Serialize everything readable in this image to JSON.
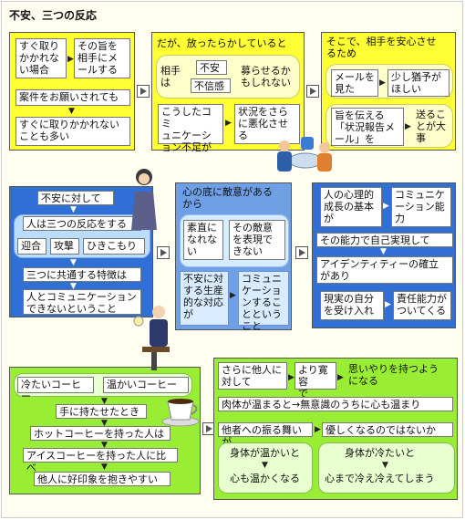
{
  "title": "不安、三つの反応",
  "panel1": {
    "a": "すぐ取り\nかかれな\nい場合",
    "b": "その旨を\n相手にメ\nールする",
    "c": "案件をお願いされても",
    "d": "すぐに取りかかれない\nことも多い"
  },
  "panel2": {
    "head": "だが、放ったらかしていると",
    "aite": "相手\nは",
    "fuan": "不安",
    "fushin": "不信感",
    "tsunora": "募らせるか\nもしれない",
    "c": "こうしたコミ\nュニケーシ\nョン不足が",
    "d": "状況をさら\nに悪化させ\nる"
  },
  "panel3": {
    "head": "そこで、相手を安心させ\nるため",
    "mail": "メールを\n見た",
    "sukoshi": "少し猶予が\nほしい",
    "mune": "旨を伝える\n「状況報告メ\nール」を",
    "okuru": "送るこ\nとが大\n事"
  },
  "panel4": {
    "a": "不安に対して",
    "b": "人は三つの反応をする",
    "r1": "迎合",
    "r2": "攻撃",
    "r3": "ひきこもり",
    "c": "三つに共通する特徴は",
    "d": "人とコミュニケーション\nできないということ"
  },
  "panel5": {
    "head": "心の底に敵意がある\nから",
    "a": "素直に\nなれな\nい",
    "b": "その敵意\nを表現で\nきない",
    "c": "不安に対\nする生産\n的な対応\nが",
    "d": "コミュニ\nケーショ\nンするこ\nとという\nこと"
  },
  "panel6": {
    "a": "人の心理的\n成長の基本が",
    "b": "コミュニケ\nーション能\n力",
    "c": "その能力で自己実現して",
    "d": "アイデンティティーの確立\nがあり",
    "e": "現実の自分\nを受け入れ",
    "f": "責任能力が\nついてくる"
  },
  "panel7": {
    "a": "冷たいコーヒー",
    "b": "温かいコーヒー",
    "c": "手に持たせたとき",
    "d": "ホットコーヒーを持った人は",
    "e": "アイスコーヒーを持った人に比べ",
    "f": "他人に好印象を抱きやすい"
  },
  "panel8": {
    "a": "さらに他人に\n対して",
    "b": "より寛容\nで",
    "c": "思いやりを持つよう\nになる",
    "d": "肉体が温まると→無意識のうちに心も温まり",
    "e": "他者への振る舞いが",
    "f": "優しくなるのではないか",
    "g1": "身体が温かいと",
    "g2": "心も温かくなる",
    "h1": "身体が冷たいと",
    "h2": "心まで冷え冷えてしまう"
  }
}
